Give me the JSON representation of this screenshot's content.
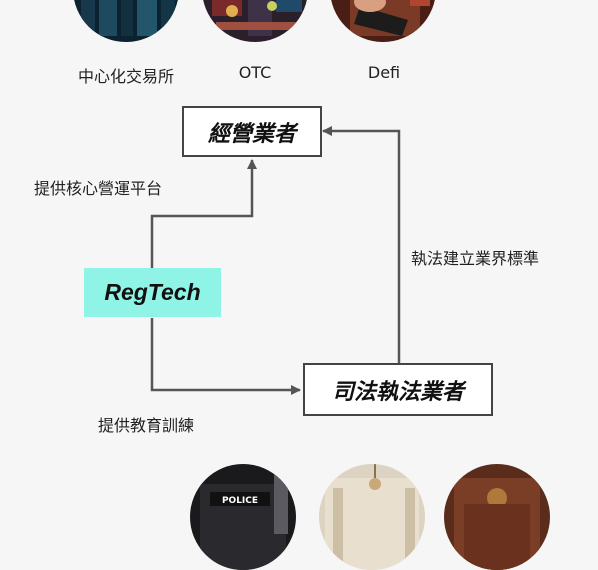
{
  "top_items": [
    {
      "label": "中心化交易所",
      "image": "city-night-photo"
    },
    {
      "label": "OTC",
      "image": "street-market-photo"
    },
    {
      "label": "Defi",
      "image": "phone-hand-photo"
    }
  ],
  "nodes": {
    "operators": "經營業者",
    "regtech": "RegTech",
    "law_enforcement": "司法執法業者"
  },
  "edges": {
    "platform": "提供核心營運平台",
    "standards": "執法建立業界標準",
    "training": "提供教育訓練"
  },
  "bottom_items": [
    {
      "image": "police-photo",
      "text": "POLICE"
    },
    {
      "image": "courtroom-photo"
    },
    {
      "image": "court-interior-photo"
    }
  ],
  "colors": {
    "regtech_bg": "#8ff3e5",
    "line": "#555555",
    "box_border": "#444444"
  }
}
